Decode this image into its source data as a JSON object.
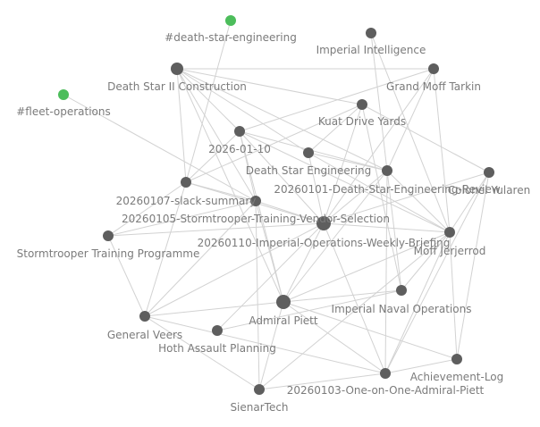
{
  "colors": {
    "background": "#ffffff",
    "edge": "#d2d2d2",
    "node_note": "#5e5e5e",
    "node_tag": "#4cbd5b",
    "label": "#7b7b7b"
  },
  "graph": {
    "nodes": [
      {
        "id": "death-star-engineering-tag",
        "label": "#death-star-engineering",
        "kind": "tag"
      },
      {
        "id": "imperial-intelligence",
        "label": "Imperial Intelligence",
        "kind": "note"
      },
      {
        "id": "fleet-operations-tag",
        "label": "#fleet-operations",
        "kind": "tag"
      },
      {
        "id": "death-star-ii-construction",
        "label": "Death Star II Construction",
        "kind": "note"
      },
      {
        "id": "grand-moff-tarkin",
        "label": "Grand Moff Tarkin",
        "kind": "note"
      },
      {
        "id": "kuat-drive-yards",
        "label": "Kuat Drive Yards",
        "kind": "note"
      },
      {
        "id": "2026-01-10",
        "label": "2026-01-10",
        "kind": "note"
      },
      {
        "id": "death-star-engineering",
        "label": "Death Star Engineering",
        "kind": "note"
      },
      {
        "id": "20260101-death-star-engineering-review",
        "label": "20260101-Death-Star-Engineering-Review",
        "kind": "note"
      },
      {
        "id": "colonel-yularen",
        "label": "Colonel Yularen",
        "kind": "note"
      },
      {
        "id": "20260107-slack-summary",
        "label": "20260107-slack-summary",
        "kind": "note"
      },
      {
        "id": "20260105-stormtrooper-training-vendor-selection",
        "label": "20260105-Stormtrooper-Training-Vendor-Selection",
        "kind": "note"
      },
      {
        "id": "20260110-imperial-operations-weekly-briefing",
        "label": "20260110-Imperial-Operations-Weekly-Briefing",
        "kind": "note"
      },
      {
        "id": "moff-jerjerrod",
        "label": "Moff Jerjerrod",
        "kind": "note"
      },
      {
        "id": "stormtrooper-training-programme",
        "label": "Stormtrooper Training Programme",
        "kind": "note"
      },
      {
        "id": "imperial-naval-operations",
        "label": "Imperial Naval Operations",
        "kind": "note"
      },
      {
        "id": "admiral-piett",
        "label": "Admiral Piett",
        "kind": "note"
      },
      {
        "id": "general-veers",
        "label": "General Veers",
        "kind": "note"
      },
      {
        "id": "hoth-assault-planning",
        "label": "Hoth Assault Planning",
        "kind": "note"
      },
      {
        "id": "achievement-log",
        "label": "Achievement-Log",
        "kind": "note"
      },
      {
        "id": "20260103-one-on-one-admiral-piett",
        "label": "20260103-One-on-One-Admiral-Piett",
        "kind": "note"
      },
      {
        "id": "sienartech",
        "label": "SienarTech",
        "kind": "note"
      }
    ],
    "edges": [
      [
        "death-star-engineering-tag",
        "20260107-slack-summary"
      ],
      [
        "fleet-operations-tag",
        "20260105-stormtrooper-training-vendor-selection"
      ],
      [
        "imperial-intelligence",
        "20260101-death-star-engineering-review"
      ],
      [
        "imperial-intelligence",
        "moff-jerjerrod"
      ],
      [
        "death-star-ii-construction",
        "2026-01-10"
      ],
      [
        "death-star-ii-construction",
        "kuat-drive-yards"
      ],
      [
        "death-star-ii-construction",
        "grand-moff-tarkin"
      ],
      [
        "death-star-ii-construction",
        "20260107-slack-summary"
      ],
      [
        "death-star-ii-construction",
        "20260105-stormtrooper-training-vendor-selection"
      ],
      [
        "death-star-ii-construction",
        "20260101-death-star-engineering-review"
      ],
      [
        "death-star-ii-construction",
        "admiral-piett"
      ],
      [
        "death-star-ii-construction",
        "death-star-engineering"
      ],
      [
        "grand-moff-tarkin",
        "2026-01-10"
      ],
      [
        "grand-moff-tarkin",
        "20260110-imperial-operations-weekly-briefing"
      ],
      [
        "grand-moff-tarkin",
        "moff-jerjerrod"
      ],
      [
        "grand-moff-tarkin",
        "20260101-death-star-engineering-review"
      ],
      [
        "kuat-drive-yards",
        "20260107-slack-summary"
      ],
      [
        "kuat-drive-yards",
        "20260110-imperial-operations-weekly-briefing"
      ],
      [
        "kuat-drive-yards",
        "imperial-naval-operations"
      ],
      [
        "kuat-drive-yards",
        "death-star-engineering"
      ],
      [
        "2026-01-10",
        "20260101-death-star-engineering-review"
      ],
      [
        "2026-01-10",
        "20260105-stormtrooper-training-vendor-selection"
      ],
      [
        "2026-01-10",
        "20260110-imperial-operations-weekly-briefing"
      ],
      [
        "2026-01-10",
        "admiral-piett"
      ],
      [
        "2026-01-10",
        "20260107-slack-summary"
      ],
      [
        "2026-01-10",
        "moff-jerjerrod"
      ],
      [
        "death-star-engineering",
        "20260110-imperial-operations-weekly-briefing"
      ],
      [
        "death-star-engineering",
        "20260101-death-star-engineering-review"
      ],
      [
        "20260101-death-star-engineering-review",
        "20260110-imperial-operations-weekly-briefing"
      ],
      [
        "20260101-death-star-engineering-review",
        "imperial-naval-operations"
      ],
      [
        "20260101-death-star-engineering-review",
        "moff-jerjerrod"
      ],
      [
        "20260101-death-star-engineering-review",
        "admiral-piett"
      ],
      [
        "20260101-death-star-engineering-review",
        "20260103-one-on-one-admiral-piett"
      ],
      [
        "colonel-yularen",
        "20260110-imperial-operations-weekly-briefing"
      ],
      [
        "colonel-yularen",
        "moff-jerjerrod"
      ],
      [
        "colonel-yularen",
        "20260103-one-on-one-admiral-piett"
      ],
      [
        "colonel-yularen",
        "achievement-log"
      ],
      [
        "colonel-yularen",
        "kuat-drive-yards"
      ],
      [
        "20260107-slack-summary",
        "stormtrooper-training-programme"
      ],
      [
        "20260107-slack-summary",
        "20260105-stormtrooper-training-vendor-selection"
      ],
      [
        "20260107-slack-summary",
        "general-veers"
      ],
      [
        "20260107-slack-summary",
        "20260110-imperial-operations-weekly-briefing"
      ],
      [
        "20260105-stormtrooper-training-vendor-selection",
        "stormtrooper-training-programme"
      ],
      [
        "20260105-stormtrooper-training-vendor-selection",
        "20260110-imperial-operations-weekly-briefing"
      ],
      [
        "20260105-stormtrooper-training-vendor-selection",
        "admiral-piett"
      ],
      [
        "20260105-stormtrooper-training-vendor-selection",
        "general-veers"
      ],
      [
        "20260105-stormtrooper-training-vendor-selection",
        "sienartech"
      ],
      [
        "20260110-imperial-operations-weekly-briefing",
        "moff-jerjerrod"
      ],
      [
        "20260110-imperial-operations-weekly-briefing",
        "admiral-piett"
      ],
      [
        "20260110-imperial-operations-weekly-briefing",
        "general-veers"
      ],
      [
        "20260110-imperial-operations-weekly-briefing",
        "hoth-assault-planning"
      ],
      [
        "20260110-imperial-operations-weekly-briefing",
        "20260103-one-on-one-admiral-piett"
      ],
      [
        "20260110-imperial-operations-weekly-briefing",
        "stormtrooper-training-programme"
      ],
      [
        "moff-jerjerrod",
        "admiral-piett"
      ],
      [
        "moff-jerjerrod",
        "20260103-one-on-one-admiral-piett"
      ],
      [
        "moff-jerjerrod",
        "achievement-log"
      ],
      [
        "moff-jerjerrod",
        "imperial-naval-operations"
      ],
      [
        "moff-jerjerrod",
        "sienartech"
      ],
      [
        "stormtrooper-training-programme",
        "general-veers"
      ],
      [
        "imperial-naval-operations",
        "admiral-piett"
      ],
      [
        "imperial-naval-operations",
        "hoth-assault-planning"
      ],
      [
        "admiral-piett",
        "20260103-one-on-one-admiral-piett"
      ],
      [
        "admiral-piett",
        "achievement-log"
      ],
      [
        "admiral-piett",
        "general-veers"
      ],
      [
        "admiral-piett",
        "sienartech"
      ],
      [
        "general-veers",
        "sienartech"
      ],
      [
        "general-veers",
        "20260103-one-on-one-admiral-piett"
      ],
      [
        "20260103-one-on-one-admiral-piett",
        "achievement-log"
      ],
      [
        "20260103-one-on-one-admiral-piett",
        "sienartech"
      ],
      [
        "death-star-engineering",
        "moff-jerjerrod"
      ]
    ]
  }
}
